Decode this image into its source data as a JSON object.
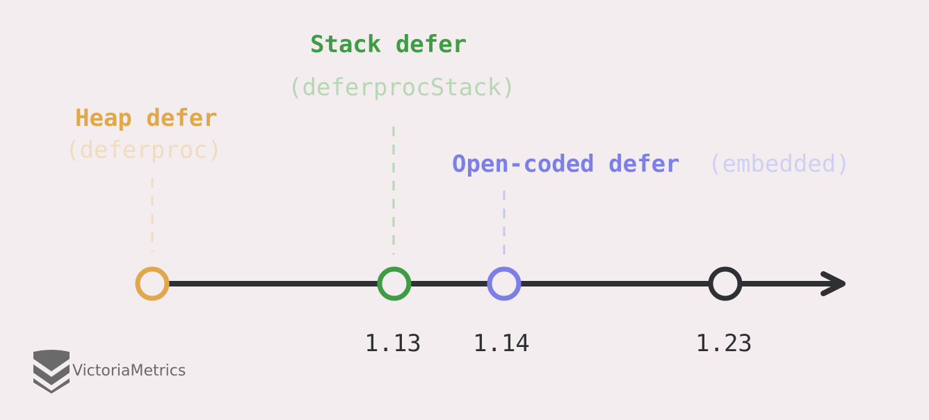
{
  "milestones": [
    {
      "title": "Heap defer",
      "subtitle": "(deferproc)",
      "version": "",
      "color": "#e0a84a"
    },
    {
      "title": "Stack defer",
      "subtitle": "(deferprocStack)",
      "version": "1.13",
      "color": "#3f9c45"
    },
    {
      "title": "Open-coded defer",
      "subtitle": "(embedded)",
      "version": "1.14",
      "color": "#7b7fe6"
    },
    {
      "title": "",
      "subtitle": "",
      "version": "1.23",
      "color": "#2f3033"
    }
  ],
  "brand": {
    "name": "VictoriaMetrics"
  }
}
